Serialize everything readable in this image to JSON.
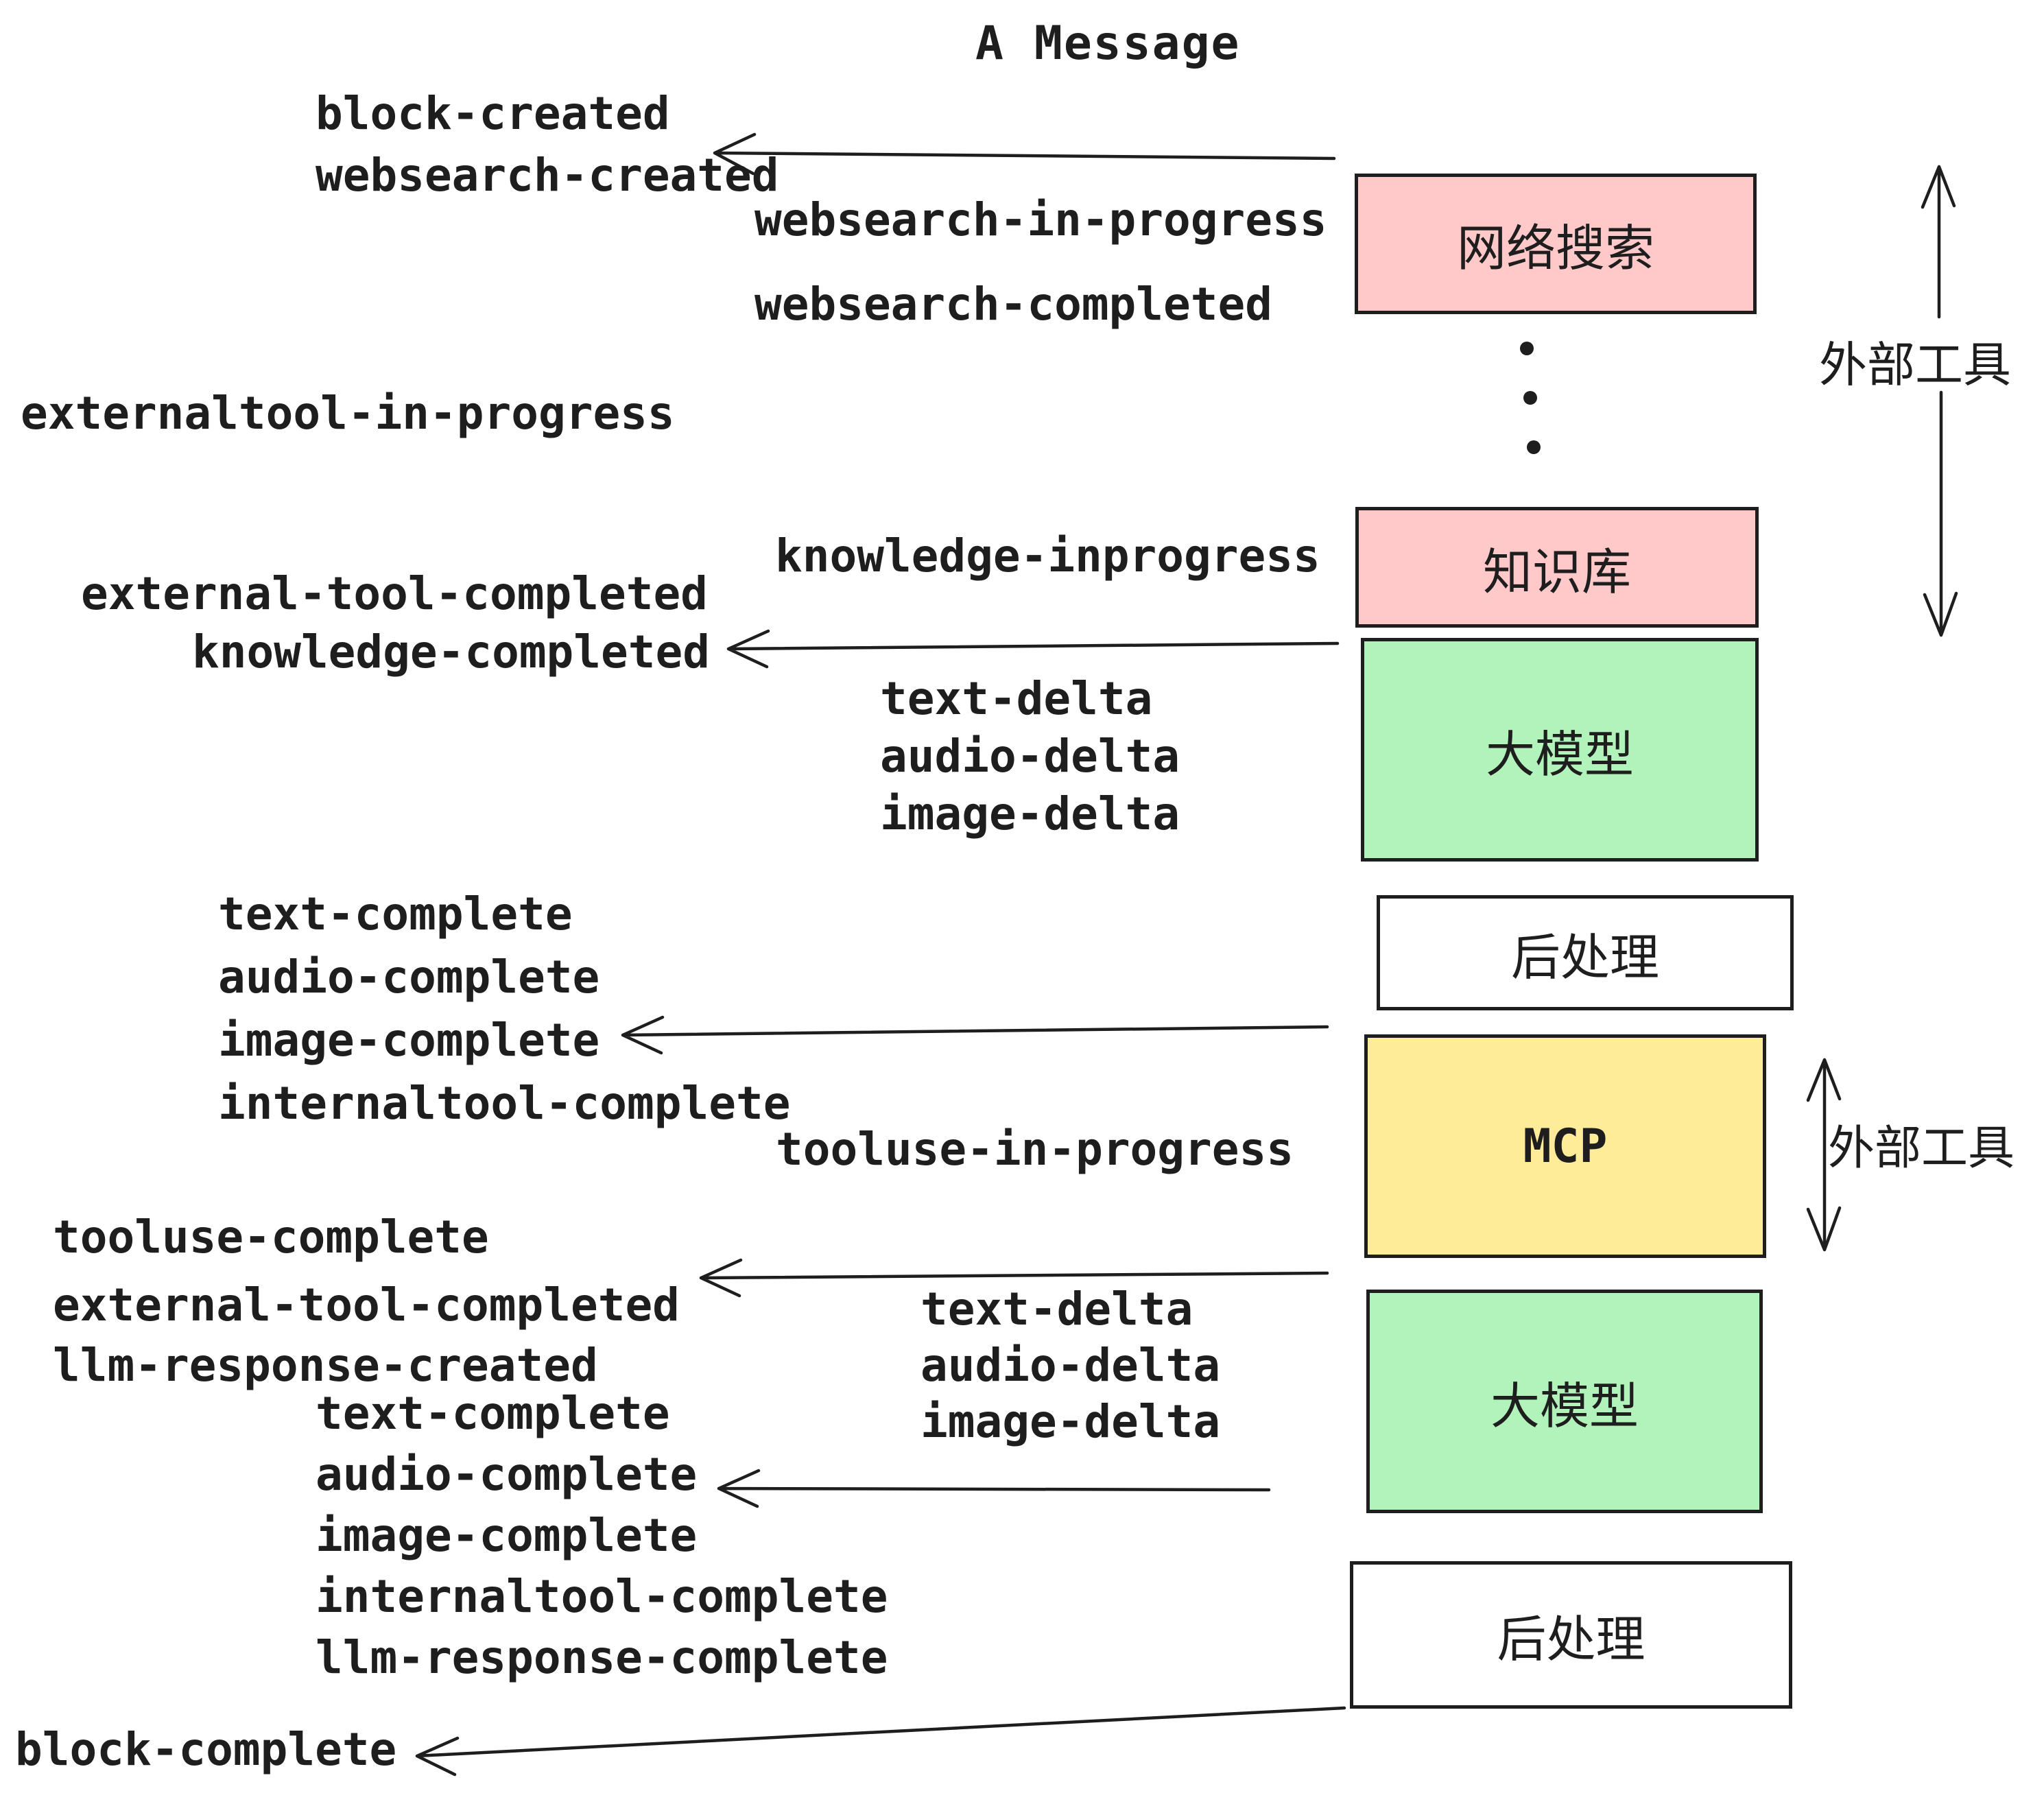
{
  "title": "A Message",
  "boxes": [
    {
      "label": "网络搜索",
      "fill": "#ffc9c9"
    },
    {
      "label": "知识库",
      "fill": "#ffc9c9"
    },
    {
      "label": "大模型",
      "fill": "#b2f2bb"
    },
    {
      "label": "后处理",
      "fill": "#ffffff"
    },
    {
      "label": "MCP",
      "fill": "#ffec99"
    },
    {
      "label": "大模型",
      "fill": "#b2f2bb"
    },
    {
      "label": "后处理",
      "fill": "#ffffff"
    }
  ],
  "side_labels": [
    "外部工具",
    "外部工具"
  ],
  "events": [
    "block-created",
    "websearch-created",
    "websearch-in-progress",
    "websearch-completed",
    "externaltool-in-progress",
    "knowledge-inprogress",
    "external-tool-completed",
    "knowledge-completed",
    "text-delta",
    "audio-delta",
    "image-delta",
    "text-complete",
    "audio-complete",
    "image-complete",
    "internaltool-complete",
    "tooluse-in-progress",
    "tooluse-complete",
    "external-tool-completed",
    "llm-response-created",
    "text-delta",
    "audio-delta",
    "image-delta",
    "text-complete",
    "audio-complete",
    "image-complete",
    "internaltool-complete",
    "llm-response-complete",
    "block-complete"
  ],
  "colors": {
    "stroke": "#1e1e1e",
    "pink": "#ffc9c9",
    "green": "#b2f2bb",
    "yellow": "#ffec99",
    "white": "#ffffff",
    "background": "#ffffff"
  }
}
